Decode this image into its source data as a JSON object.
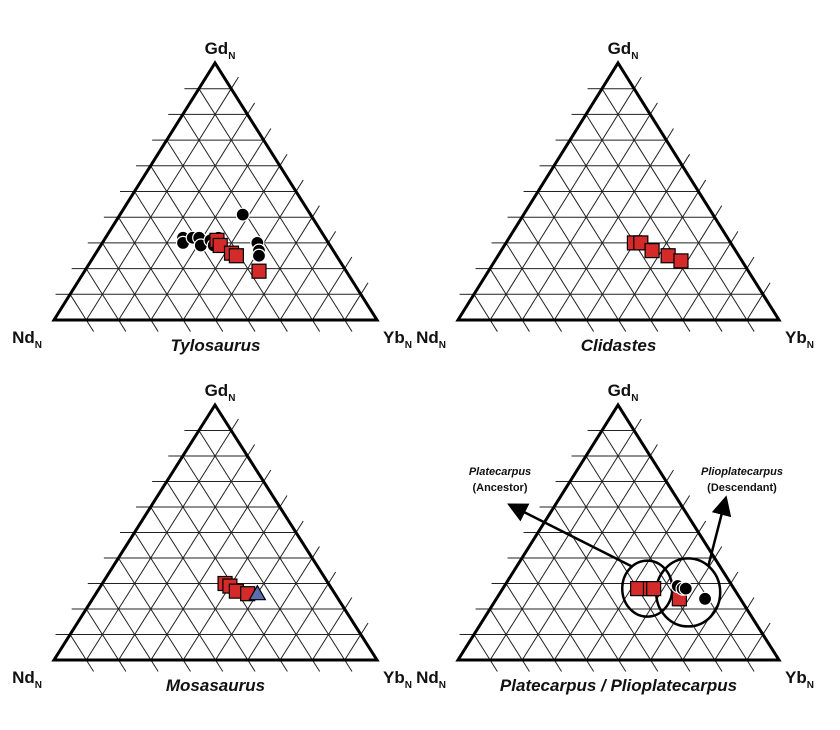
{
  "chart_data": [
    {
      "type": "scatter",
      "plot": "ternary",
      "title": "Tylosaurus",
      "axes": {
        "top": "Gd",
        "left": "Nd",
        "right": "Yb",
        "subscript": "N"
      },
      "series": [
        {
          "marker": "circle",
          "color": "#000000",
          "points": [
            {
              "nd": 0.44,
              "gd": 0.32,
              "yb": 0.24
            },
            {
              "nd": 0.45,
              "gd": 0.3,
              "yb": 0.25
            },
            {
              "nd": 0.41,
              "gd": 0.32,
              "yb": 0.27
            },
            {
              "nd": 0.39,
              "gd": 0.32,
              "yb": 0.29
            },
            {
              "nd": 0.4,
              "gd": 0.29,
              "yb": 0.31
            },
            {
              "nd": 0.36,
              "gd": 0.31,
              "yb": 0.33
            },
            {
              "nd": 0.36,
              "gd": 0.29,
              "yb": 0.35
            },
            {
              "nd": 0.33,
              "gd": 0.32,
              "yb": 0.35
            },
            {
              "nd": 0.21,
              "gd": 0.41,
              "yb": 0.38
            },
            {
              "nd": 0.22,
              "gd": 0.3,
              "yb": 0.48
            },
            {
              "nd": 0.23,
              "gd": 0.27,
              "yb": 0.5
            },
            {
              "nd": 0.24,
              "gd": 0.25,
              "yb": 0.51
            }
          ]
        },
        {
          "marker": "square",
          "color": "#d42a2a",
          "points": [
            {
              "nd": 0.34,
              "gd": 0.31,
              "yb": 0.35
            },
            {
              "nd": 0.34,
              "gd": 0.29,
              "yb": 0.37
            },
            {
              "nd": 0.32,
              "gd": 0.26,
              "yb": 0.42
            },
            {
              "nd": 0.31,
              "gd": 0.25,
              "yb": 0.44
            },
            {
              "nd": 0.27,
              "gd": 0.19,
              "yb": 0.54
            }
          ]
        }
      ]
    },
    {
      "type": "scatter",
      "plot": "ternary",
      "title": "Clidastes",
      "axes": {
        "top": "Gd",
        "left": "Nd",
        "right": "Yb",
        "subscript": "N"
      },
      "series": [
        {
          "marker": "square",
          "color": "#d42a2a",
          "points": [
            {
              "nd": 0.3,
              "gd": 0.3,
              "yb": 0.4
            },
            {
              "nd": 0.28,
              "gd": 0.3,
              "yb": 0.42
            },
            {
              "nd": 0.26,
              "gd": 0.27,
              "yb": 0.47
            },
            {
              "nd": 0.22,
              "gd": 0.25,
              "yb": 0.53
            },
            {
              "nd": 0.19,
              "gd": 0.23,
              "yb": 0.58
            }
          ]
        }
      ]
    },
    {
      "type": "scatter",
      "plot": "ternary",
      "title": "Mosasaurus",
      "axes": {
        "top": "Gd",
        "left": "Nd",
        "right": "Yb",
        "subscript": "N"
      },
      "series": [
        {
          "marker": "square",
          "color": "#d42a2a",
          "points": [
            {
              "nd": 0.32,
              "gd": 0.3,
              "yb": 0.38
            },
            {
              "nd": 0.31,
              "gd": 0.29,
              "yb": 0.4
            },
            {
              "nd": 0.3,
              "gd": 0.27,
              "yb": 0.43
            },
            {
              "nd": 0.27,
              "gd": 0.26,
              "yb": 0.47
            }
          ]
        },
        {
          "marker": "triangle",
          "color": "#5a6fb0",
          "points": [
            {
              "nd": 0.24,
              "gd": 0.26,
              "yb": 0.5
            }
          ]
        }
      ]
    },
    {
      "type": "scatter",
      "plot": "ternary",
      "title": "Platecarpus / Plioplatecarpus",
      "axes": {
        "top": "Gd",
        "left": "Nd",
        "right": "Yb",
        "subscript": "N"
      },
      "series": [
        {
          "marker": "square",
          "color": "#d42a2a",
          "points": [
            {
              "nd": 0.3,
              "gd": 0.28,
              "yb": 0.42
            },
            {
              "nd": 0.26,
              "gd": 0.28,
              "yb": 0.46
            },
            {
              "nd": 0.25,
              "gd": 0.28,
              "yb": 0.47
            },
            {
              "nd": 0.19,
              "gd": 0.24,
              "yb": 0.57
            }
          ]
        },
        {
          "marker": "circle",
          "color": "#000000",
          "points": [
            {
              "nd": 0.17,
              "gd": 0.29,
              "yb": 0.54
            },
            {
              "nd": 0.16,
              "gd": 0.28,
              "yb": 0.56
            },
            {
              "nd": 0.15,
              "gd": 0.28,
              "yb": 0.57
            },
            {
              "nd": 0.11,
              "gd": 0.24,
              "yb": 0.65
            }
          ]
        }
      ],
      "annotations": [
        {
          "line1": "Platecarpus",
          "line2": "(Ancestor)",
          "italic": true
        },
        {
          "line1": "Plioplatecarpus",
          "line2": "(Descendant)",
          "italic": true
        }
      ]
    }
  ]
}
